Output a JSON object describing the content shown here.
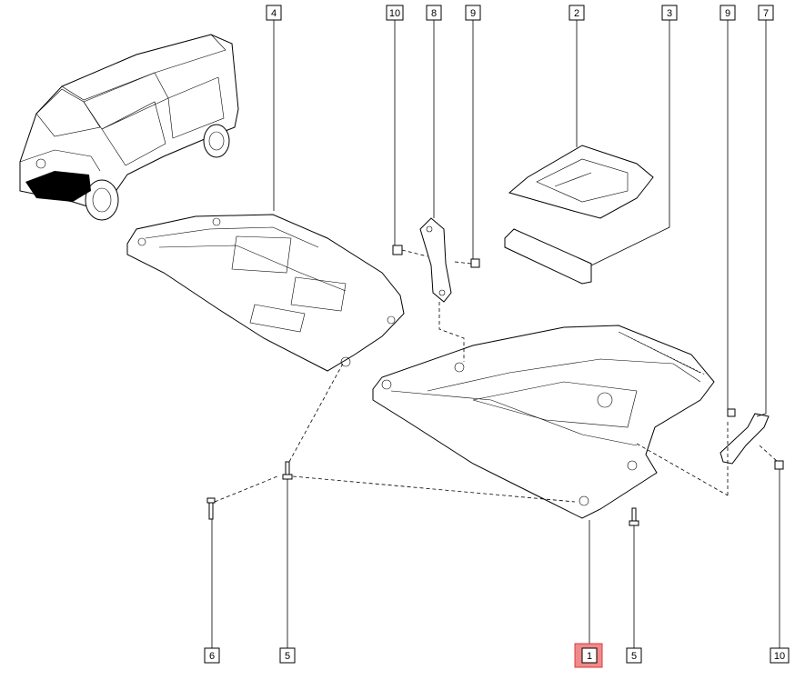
{
  "diagram": {
    "callouts": [
      {
        "id": "c4-top",
        "label": "4"
      },
      {
        "id": "c10-top",
        "label": "10"
      },
      {
        "id": "c8-top",
        "label": "8"
      },
      {
        "id": "c9-top-a",
        "label": "9"
      },
      {
        "id": "c2-top",
        "label": "2"
      },
      {
        "id": "c3-top",
        "label": "3"
      },
      {
        "id": "c9-top-b",
        "label": "9"
      },
      {
        "id": "c7-top",
        "label": "7"
      },
      {
        "id": "c6-bottom",
        "label": "6"
      },
      {
        "id": "c5-bottom-a",
        "label": "5"
      },
      {
        "id": "c1-bottom",
        "label": "1",
        "highlighted": true
      },
      {
        "id": "c5-bottom-b",
        "label": "5"
      },
      {
        "id": "c10-bottom",
        "label": "10"
      }
    ],
    "colors": {
      "highlight": "#f08a8a",
      "line": "#000000",
      "background": "#ffffff"
    }
  }
}
